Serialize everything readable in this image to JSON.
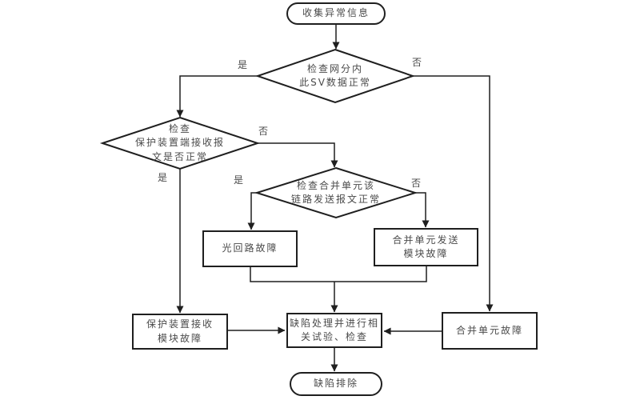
{
  "diagram": {
    "type": "flowchart",
    "language": "zh-CN",
    "nodes": {
      "start": {
        "shape": "stadium",
        "label": "收集异常信息"
      },
      "check_sv": {
        "shape": "decision",
        "label": "检查网分内\n此SV数据正常"
      },
      "check_protection_rx": {
        "shape": "decision",
        "label": "检查\n保护装置端接收报\n文是否正常"
      },
      "check_mu_link": {
        "shape": "decision",
        "label": "检查合并单元该\n链路发送报文正常"
      },
      "optical_loop_fault": {
        "shape": "process",
        "label": "光回路故障"
      },
      "mu_tx_module_fault": {
        "shape": "process",
        "label": "合并单元发送\n模块故障"
      },
      "protection_rx_module_fault": {
        "shape": "process",
        "label": "保护装置接收\n模块故障"
      },
      "defect_handling": {
        "shape": "process",
        "label": "缺陷处理并进行相\n关试验、检查"
      },
      "merging_unit_fault": {
        "shape": "process",
        "label": "合并单元故障"
      },
      "end": {
        "shape": "stadium",
        "label": "缺陷排除"
      }
    },
    "branch_labels": {
      "yes": "是",
      "no": "否"
    },
    "edges": [
      {
        "from": "start",
        "to": "check_sv"
      },
      {
        "from": "check_sv",
        "to": "check_protection_rx",
        "label": "是"
      },
      {
        "from": "check_sv",
        "to": "merging_unit_fault",
        "label": "否"
      },
      {
        "from": "check_protection_rx",
        "to": "check_mu_link",
        "label": "否"
      },
      {
        "from": "check_protection_rx",
        "to": "protection_rx_module_fault",
        "label": "是"
      },
      {
        "from": "check_mu_link",
        "to": "optical_loop_fault",
        "label": "是"
      },
      {
        "from": "check_mu_link",
        "to": "mu_tx_module_fault",
        "label": "否"
      },
      {
        "from": "optical_loop_fault",
        "to": "defect_handling"
      },
      {
        "from": "mu_tx_module_fault",
        "to": "defect_handling"
      },
      {
        "from": "protection_rx_module_fault",
        "to": "defect_handling"
      },
      {
        "from": "merging_unit_fault",
        "to": "defect_handling"
      },
      {
        "from": "defect_handling",
        "to": "end"
      }
    ],
    "colors": {
      "line": "#1f1f1f",
      "text": "#4a4a4a",
      "background": "#ffffff"
    }
  }
}
